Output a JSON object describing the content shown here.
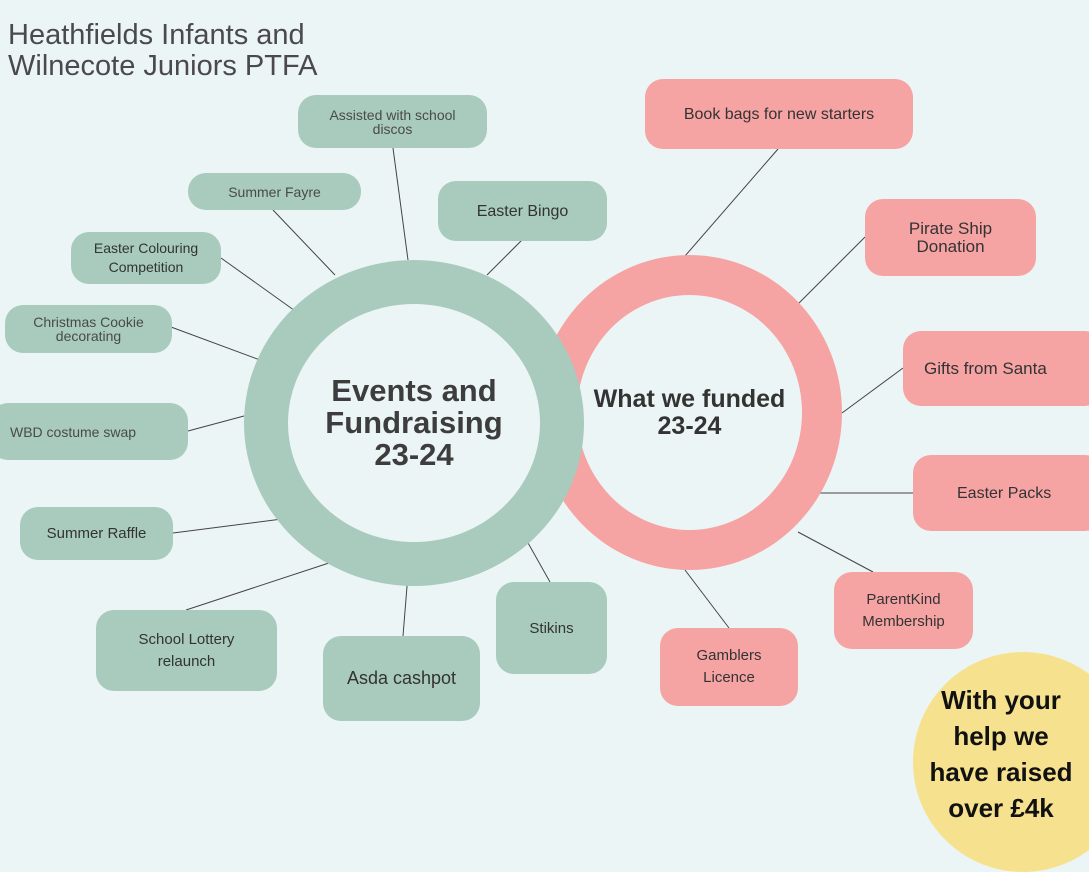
{
  "title": {
    "line1": "Heathfields Infants and",
    "line2": "Wilnecote Juniors PTFA"
  },
  "events": {
    "center": {
      "line1": "Events and",
      "line2": "Fundraising",
      "line3": "23-24"
    },
    "items": [
      {
        "line1": "Assisted with school",
        "line2": "discos"
      },
      {
        "line1": "Summer Fayre"
      },
      {
        "line1": "Easter Bingo"
      },
      {
        "line1": "Easter Colouring",
        "line2": "Competition"
      },
      {
        "line1": "Christmas Cookie",
        "line2": "decorating"
      },
      {
        "line1": "WBD costume swap"
      },
      {
        "line1": "Summer Raffle"
      },
      {
        "line1": "School Lottery",
        "line2": "relaunch"
      },
      {
        "line1": "Asda cashpot"
      },
      {
        "line1": "Stikins"
      }
    ]
  },
  "funded": {
    "center": {
      "line1": "What we funded",
      "line2": "23-24"
    },
    "items": [
      {
        "line1": "Book bags for new starters"
      },
      {
        "line1": "Pirate Ship",
        "line2": "Donation"
      },
      {
        "line1": "Gifts from Santa"
      },
      {
        "line1": "Easter Packs"
      },
      {
        "line1": "ParentKind",
        "line2": "Membership"
      },
      {
        "line1": "Gamblers",
        "line2": "Licence"
      }
    ]
  },
  "badge": {
    "line1": "With your",
    "line2": "help we",
    "line3": "have raised",
    "line4": "over £4k"
  },
  "colors": {
    "green": "#a8cbbd",
    "pink": "#f6a3a4",
    "yellow": "#f6e28e",
    "background": "#ecf5f5"
  }
}
